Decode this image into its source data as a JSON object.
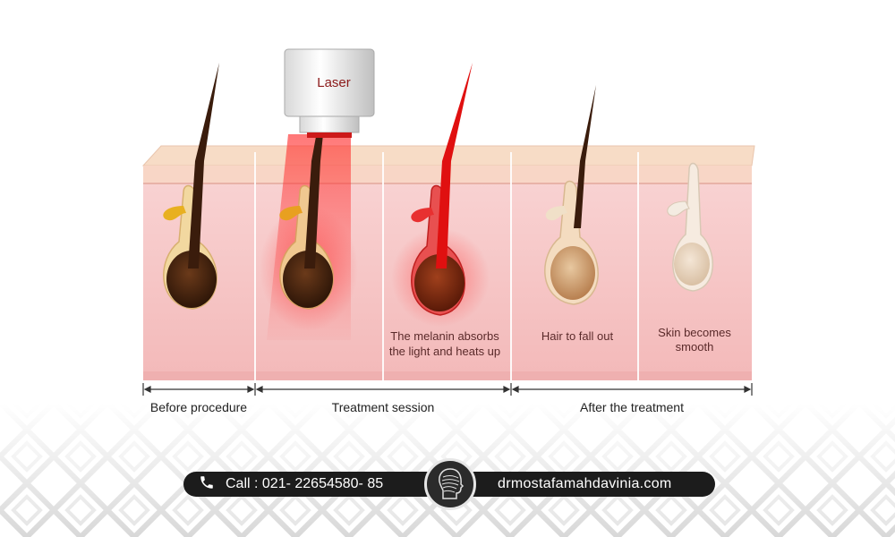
{
  "laser_label": "Laser",
  "annotations": {
    "melanin": [
      "The melanin absorbs",
      "the light and heats up"
    ],
    "fall_out": "Hair to fall out",
    "smooth": [
      "Skin becomes",
      "smooth"
    ]
  },
  "brackets": {
    "before": "Before procedure",
    "treatment": "Treatment session",
    "after": "After the treatment"
  },
  "contact": {
    "phone": "Call : 021- 22654580- 85",
    "website": "drmostafamahdavinia.com"
  },
  "icons": {
    "phone": "phone-icon",
    "logo": "doctor-logo-icon"
  },
  "colors": {
    "skin": "#f6c6c6",
    "hair_dark": "#3a1c0c",
    "laser_red": "#e01010",
    "bar": "#1c1c1c"
  }
}
